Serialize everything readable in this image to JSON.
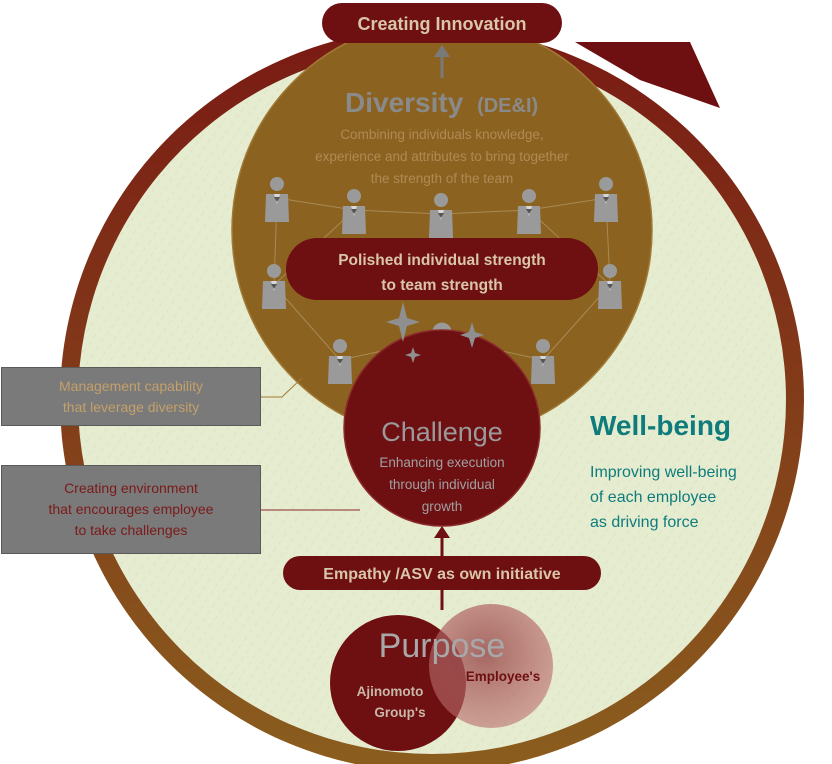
{
  "top_label": "Creating Innovation",
  "diversity": {
    "title": "Diversity",
    "title_suffix": "(DE&I)",
    "desc": [
      "Combining individuals knowledge,",
      "experience and attributes to bring together",
      "the strength of the team"
    ]
  },
  "polished": [
    "Polished individual strength",
    "to team strength"
  ],
  "challenge": {
    "title": "Challenge",
    "desc": [
      "Enhancing execution",
      "through individual",
      "growth"
    ]
  },
  "empathy": "Empathy /ASV as own initiative",
  "purpose": {
    "title": "Purpose",
    "left": [
      "Ajinomoto",
      "Group's"
    ],
    "right": "Employee's"
  },
  "wellbeing": {
    "title": "Well-being",
    "desc": [
      "Improving well-being",
      "of each employee",
      "as driving force"
    ]
  },
  "side_boxes": {
    "management": [
      "Management capability",
      "that leverage diversity"
    ],
    "environment": [
      "Creating environment",
      "that encourages employee",
      "to take challenges"
    ]
  },
  "colors": {
    "dark_red": "#6e0f12",
    "brown": "#8b6220",
    "cream": "#e7ecd2",
    "teal": "#0e7c7c",
    "grey_box": "#7a7a7a"
  },
  "icons": [
    "person-icon",
    "sparkle-icon",
    "arrow-up-icon"
  ]
}
